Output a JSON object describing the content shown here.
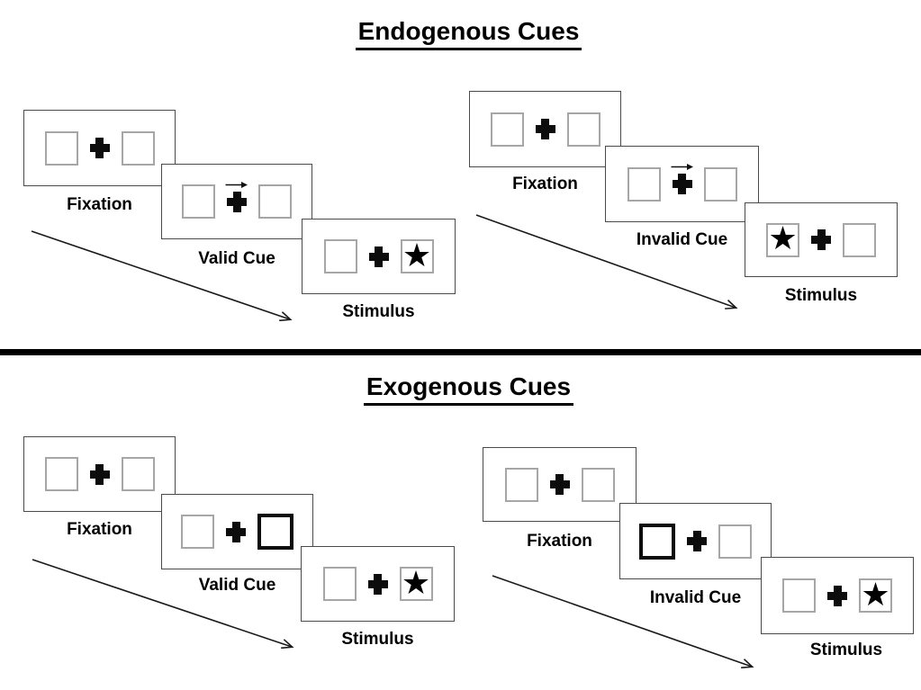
{
  "slide": {
    "background": "#ffffff",
    "divider_color": "#000000"
  },
  "icons": {
    "star": "★"
  },
  "colors": {
    "panel_border": "#4a4a4a",
    "box_border": "#a6a6a6",
    "cue_box_border": "#0d0d0d",
    "ink": "#000000"
  },
  "sections": [
    {
      "title": "Endogenous Cues",
      "sequences": [
        {
          "name": "valid-cue-trial",
          "steps": [
            {
              "label": "Fixation",
              "left_box": "empty",
              "right_box": "empty"
            },
            {
              "label": "Valid Cue",
              "left_box": "empty",
              "right_box": "empty",
              "cue": "central-arrow-pointing-right"
            },
            {
              "label": "Stimulus",
              "left_box": "empty",
              "right_box": "star"
            }
          ]
        },
        {
          "name": "invalid-cue-trial",
          "steps": [
            {
              "label": "Fixation",
              "left_box": "empty",
              "right_box": "empty"
            },
            {
              "label": "Invalid Cue",
              "left_box": "empty",
              "right_box": "empty",
              "cue": "central-arrow-pointing-right"
            },
            {
              "label": "Stimulus",
              "left_box": "star",
              "right_box": "empty"
            }
          ]
        }
      ]
    },
    {
      "title": "Exogenous Cues",
      "sequences": [
        {
          "name": "valid-cue-trial",
          "steps": [
            {
              "label": "Fixation",
              "left_box": "empty",
              "right_box": "empty"
            },
            {
              "label": "Valid Cue",
              "left_box": "empty",
              "right_box": "highlighted-cue-box"
            },
            {
              "label": "Stimulus",
              "left_box": "empty",
              "right_box": "star"
            }
          ]
        },
        {
          "name": "invalid-cue-trial",
          "steps": [
            {
              "label": "Fixation",
              "left_box": "empty",
              "right_box": "empty"
            },
            {
              "label": "Invalid Cue",
              "left_box": "highlighted-cue-box",
              "right_box": "empty"
            },
            {
              "label": "Stimulus",
              "left_box": "empty",
              "right_box": "star"
            }
          ]
        }
      ]
    }
  ]
}
